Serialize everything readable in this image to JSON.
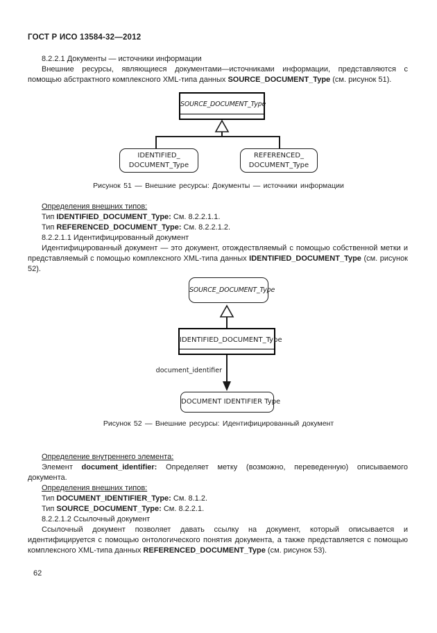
{
  "header": {
    "title": "ГОСТ Р ИСО 13584-32—2012"
  },
  "intro": {
    "heading": "8.2.2.1 Документы — источники информации",
    "para": {
      "pre": "Внешние ресурсы, являющиеся документами—источниками информации, представляются с помощью абстрактного комплексного XML-типа данных ",
      "bold": "SOURCE_DOCUMENT_Type",
      "post": " (см. рисунок 51)."
    }
  },
  "fig51": {
    "parent_box": "SOURCE_DOCUMENT_Type",
    "left_box": {
      "line1": "IDENTIFIED_",
      "line2": "DOCUMENT_Type"
    },
    "right_box": {
      "line1": "REFERENCED_",
      "line2": "DOCUMENT_Type"
    },
    "edge_type": "generalization",
    "caption": "Рисунок 51 — Внешние ресурсы: Документы — источники информации"
  },
  "defs1": {
    "heading": "Определения внешних типов:",
    "line1": {
      "pre": "Тип ",
      "bold": "IDENTIFIED_DOCUMENT_Type:",
      "post": " См. 8.2.2.1.1."
    },
    "line2": {
      "pre": "Тип ",
      "bold": "REFERENCED_DOCUMENT_Type:",
      "post": " См. 8.2.2.1.2."
    }
  },
  "sec82211": {
    "heading": "8.2.2.1.1 Идентифицированный документ",
    "para": {
      "pre": "Идентифицированный документ — это документ, отождествляемый с помощью собственной метки и представляемый с помощью комплексного XML-типа данных ",
      "bold": "IDENTIFIED_DOCUMENT_Type",
      "post": " (см. рисунок 52)."
    }
  },
  "fig52": {
    "top_box": "SOURCE_DOCUMENT_Type",
    "middle_box": "IDENTIFIED_DOCUMENT_Type",
    "edge_label": "document_identifier",
    "edge_types": {
      "upper": "generalization",
      "lower": "directed-association"
    },
    "bottom_box": "DOCUMENT IDENTIFIER Type",
    "caption": "Рисунок 52 — Внешние ресурсы: Идентифицированный документ"
  },
  "inner_def": {
    "heading": "Определение внутреннего элемента:",
    "para": {
      "pre": "Элемент ",
      "bold": "document_identifier:",
      "post": " Определяет метку (возможно,  переведенную) описываемого документа."
    }
  },
  "defs2": {
    "heading": "Определения внешних типов:",
    "line1": {
      "pre": "Тип ",
      "bold": "DOCUMENT_IDENTIFIER_Type:",
      "post": " См. 8.1.2."
    },
    "line2": {
      "pre": "Тип ",
      "bold": "SOURCE_DOCUMENT_Type:",
      "post": " См. 8.2.2.1."
    }
  },
  "sec82212": {
    "heading": "8.2.2.1.2 Ссылочный документ",
    "para": {
      "pre": "Ссылочный документ позволяет давать ссылку на документ, который описывается и идентифицируется с помощью онтологического понятия документа,  а также представляется  с помощью комплексного XML-типа данных ",
      "bold": "REFERENCED_DOCUMENT_Type",
      "post": " (см. рисунок 53)."
    }
  },
  "footer": {
    "page_number": "62"
  }
}
